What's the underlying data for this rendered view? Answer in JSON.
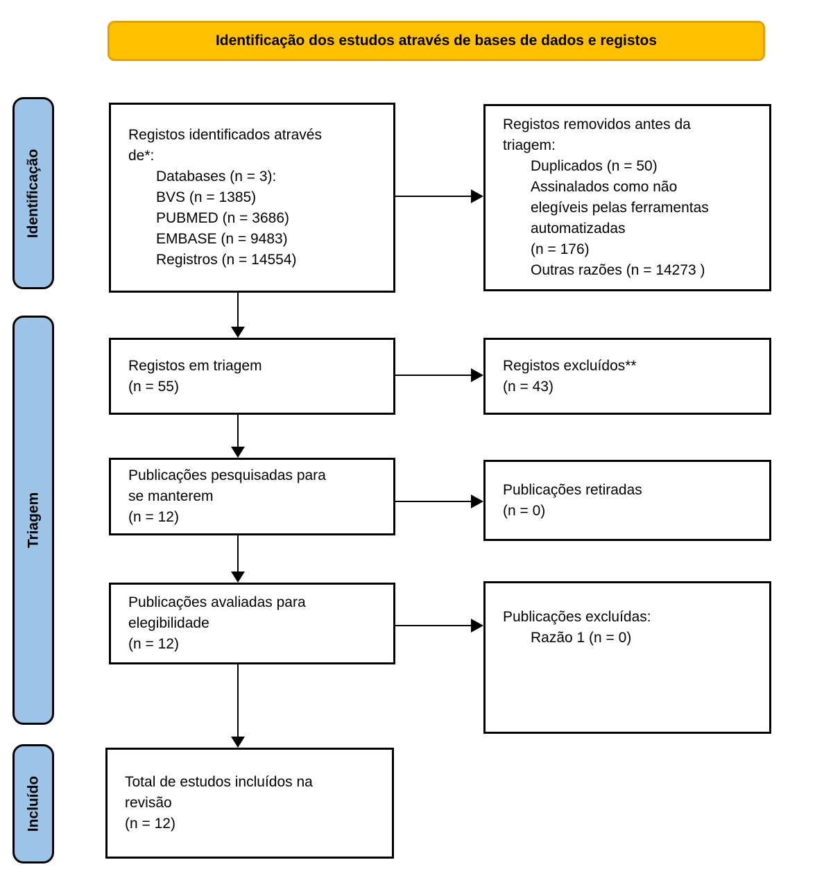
{
  "banner": {
    "title": "Identificação dos estudos através de bases de dados e registos",
    "fill": "#FFC000",
    "border": "#E3A008"
  },
  "sidebar": {
    "fill": "#9DC3E6",
    "items": [
      {
        "label": "Identificação"
      },
      {
        "label": "Triagem"
      },
      {
        "label": "Incluído"
      }
    ]
  },
  "boxes": {
    "identified": {
      "lines": [
        "Registos identificados através",
        "de*:",
        "Databases (n = 3):",
        "BVS (n = 1385)",
        "PUBMED (n = 3686)",
        "EMBASE (n = 9483)",
        "Registros (n = 14554)"
      ]
    },
    "removed": {
      "lines": [
        "Registos removidos antes da",
        "triagem:",
        "Duplicados (n = 50)",
        "Assinalados como não",
        "elegíveis pelas ferramentas",
        "automatizadas",
        "(n = 176)",
        "Outras razões (n = 14273 )"
      ]
    },
    "screening": {
      "lines": [
        "Registos em triagem",
        "(n = 55)"
      ]
    },
    "excluded_records": {
      "lines": [
        "Registos excluídos**",
        "(n = 43)"
      ]
    },
    "sought": {
      "lines": [
        "Publicações pesquisadas para",
        "se manterem",
        "(n = 12)"
      ]
    },
    "withdrawn": {
      "lines": [
        "Publicações retiradas",
        "(n = 0)"
      ]
    },
    "assessed": {
      "lines": [
        "Publicações avaliadas para",
        "elegibilidade",
        "(n = 12)"
      ]
    },
    "excluded_publications": {
      "lines": [
        "Publicações excluídas:",
        "Razão 1 (n = 0)"
      ]
    },
    "included": {
      "lines": [
        "Total de estudos incluídos na",
        "revisão",
        "(n = 12)"
      ]
    }
  }
}
